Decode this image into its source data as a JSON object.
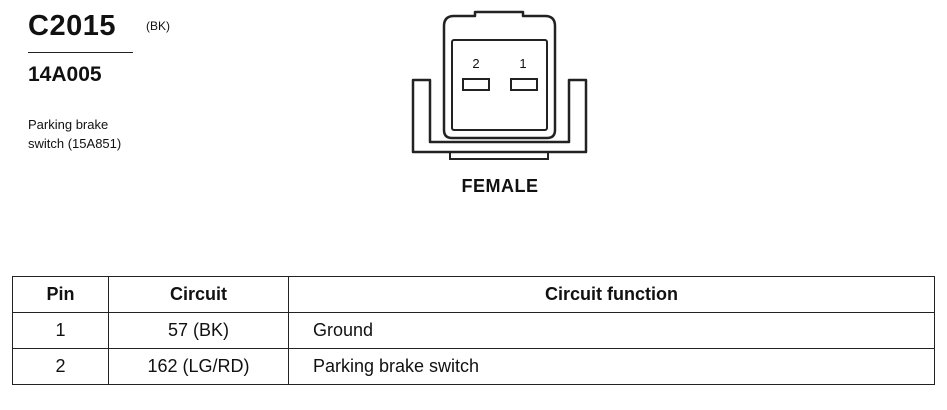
{
  "connector": {
    "id": "C2015",
    "color_code": "(BK)",
    "part_number": "14A005",
    "description_lines": [
      "Parking brake",
      "switch (15A851)"
    ],
    "gender": "FEMALE",
    "pin_labels": [
      "2",
      "1"
    ]
  },
  "pin_table": {
    "headers": [
      "Pin",
      "Circuit",
      "Circuit function"
    ],
    "rows": [
      {
        "pin": "1",
        "circuit": "57 (BK)",
        "function": "Ground"
      },
      {
        "pin": "2",
        "circuit": "162 (LG/RD)",
        "function": "Parking brake switch"
      }
    ]
  }
}
